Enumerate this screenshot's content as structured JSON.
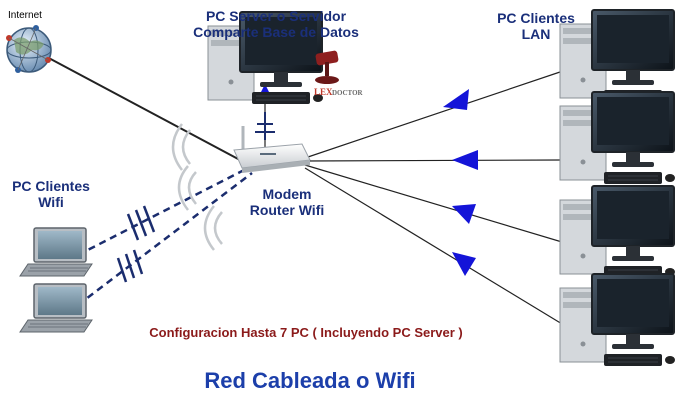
{
  "labels": {
    "internet": "Internet",
    "server_line1": "PC Server o Servidor",
    "server_line2": "Comparte Base de Datos",
    "lan_line1": "PC Clientes",
    "lan_line2": "LAN",
    "wifi_line1": "PC Clientes",
    "wifi_line2": "Wifi",
    "router_line1": "Modem",
    "router_line2": "Router Wifi",
    "brand_lex": "LEX",
    "brand_doctor": "DOCTOR",
    "config": "Configuracion Hasta 7 PC ( Incluyendo PC Server )",
    "title": "Red Cableada o Wifi"
  },
  "colors": {
    "heading": "#1a2f7a",
    "config": "#8b1a1a",
    "title": "#1c3faa",
    "arrow": "#1414d8",
    "cable": "#222222",
    "wifi_link": "#1b2d6e",
    "brand": "#c0392b"
  },
  "icons": {
    "internet": "globe-network-icon",
    "server": "desktop-computer-icon",
    "router": "wifi-router-icon",
    "lan_client": "desktop-computer-icon",
    "wifi_client": "laptop-icon",
    "software": "gavel-icon"
  }
}
